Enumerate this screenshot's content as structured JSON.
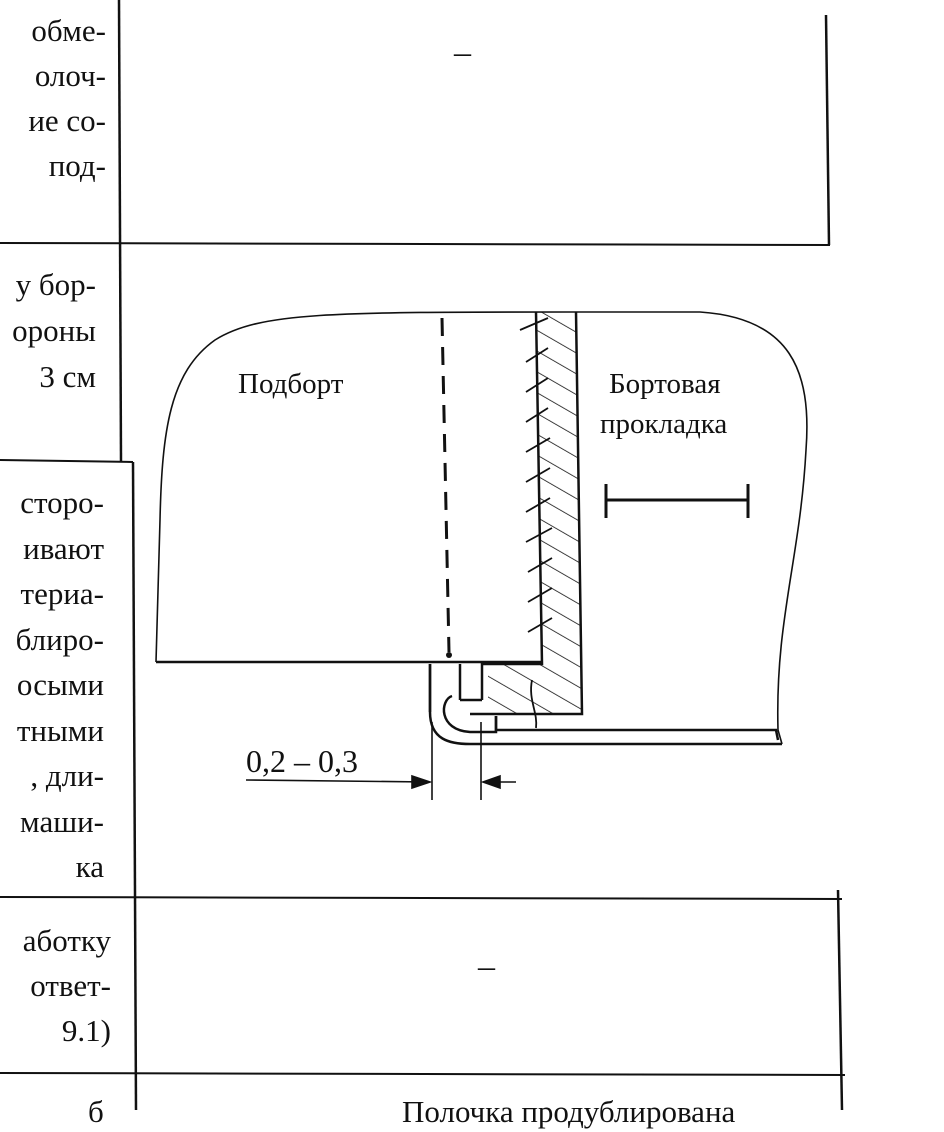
{
  "rows": [
    {
      "left_lines": [
        "обме-",
        "олоч-",
        "ие со-",
        "под-"
      ],
      "right_text": "–"
    },
    {
      "left_lines": [
        "у бор-",
        "ороны",
        "3 см"
      ],
      "right_text": ""
    },
    {
      "left_lines": [
        "сторо-",
        "ивают",
        "териа-",
        "блиро-",
        "осыми",
        "тными",
        ", дли-",
        "маши-",
        "ка"
      ],
      "right_text": ""
    },
    {
      "left_lines": [
        "аботку",
        "ответ-",
        "9.1)"
      ],
      "right_text": "–"
    },
    {
      "left_lines": [
        "б"
      ],
      "right_text": "Полочка продублирована"
    }
  ],
  "diagram": {
    "label_left": "Подборт",
    "label_right_line1": "Бортовая",
    "label_right_line2": "прокладка",
    "dimension": "0,2 – 0,3"
  }
}
